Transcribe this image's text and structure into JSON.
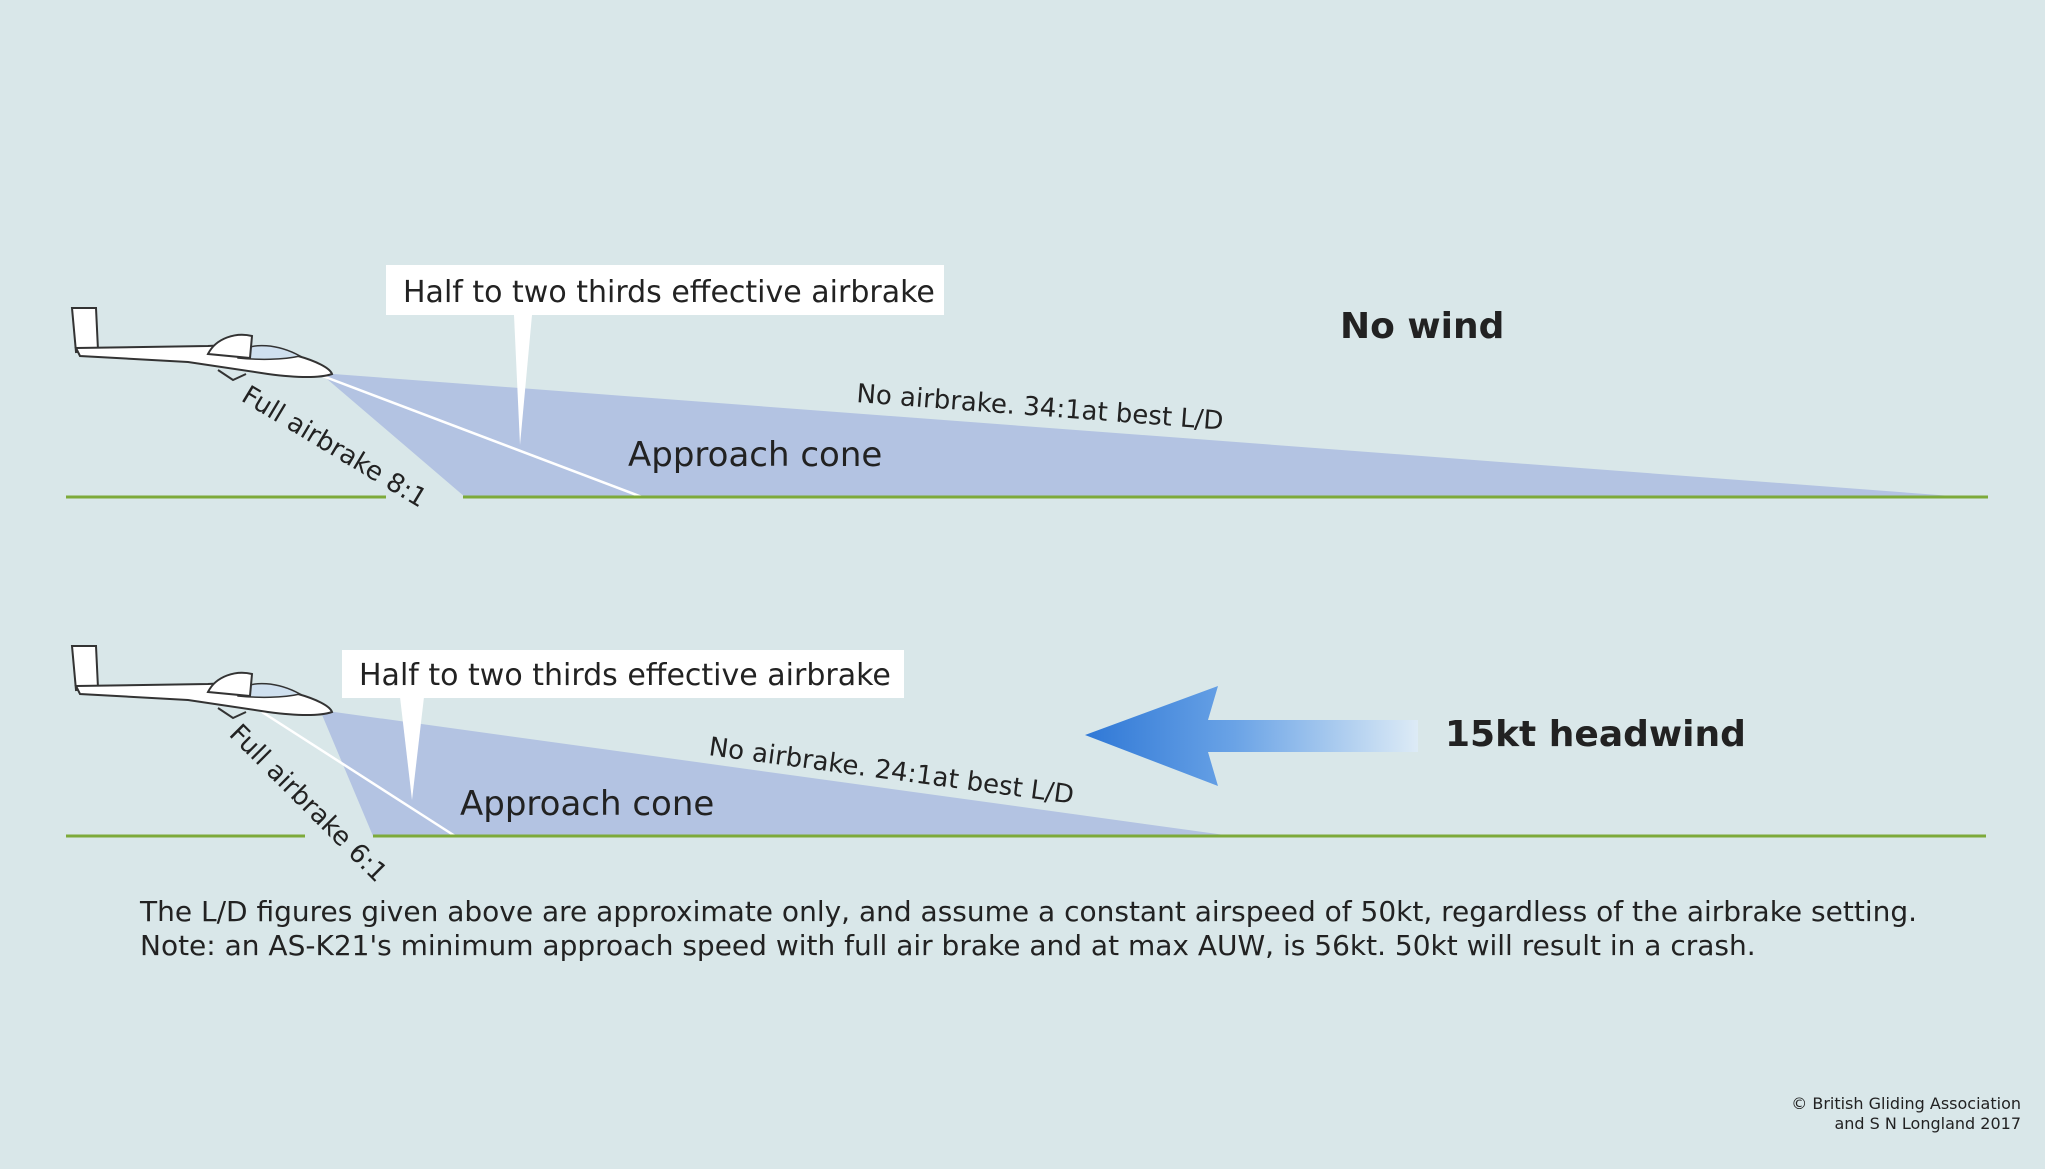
{
  "colors": {
    "background": "#d9e7e9",
    "cone": "#b3c3e2",
    "ground": "#7daa3a",
    "arrow": "#3a7fd6",
    "callout": "#ffffff"
  },
  "icons": [
    "glider-icon",
    "headwind-arrow-icon"
  ],
  "panel_top": {
    "condition": "No wind",
    "callout": "Half to two thirds effective airbrake",
    "cone_label": "Approach cone",
    "no_airbrake": "No airbrake. 34:1at best L/D",
    "full_airbrake": "Full airbrake 8:1"
  },
  "panel_bottom": {
    "condition": "15kt headwind",
    "callout": "Half to two thirds effective airbrake",
    "cone_label": "Approach cone",
    "no_airbrake": "No airbrake. 24:1at best L/D",
    "full_airbrake": "Full airbrake 6:1"
  },
  "notes": [
    "The L/D figures given above are approximate only, and assume a constant airspeed of 50kt, regardless of the airbrake setting.",
    "Note: an AS-K21's minimum approach speed with full air brake and at max AUW, is 56kt. 50kt will result in a crash."
  ],
  "copyright": [
    "© British Gliding Association",
    "and S N Longland 2017"
  ]
}
